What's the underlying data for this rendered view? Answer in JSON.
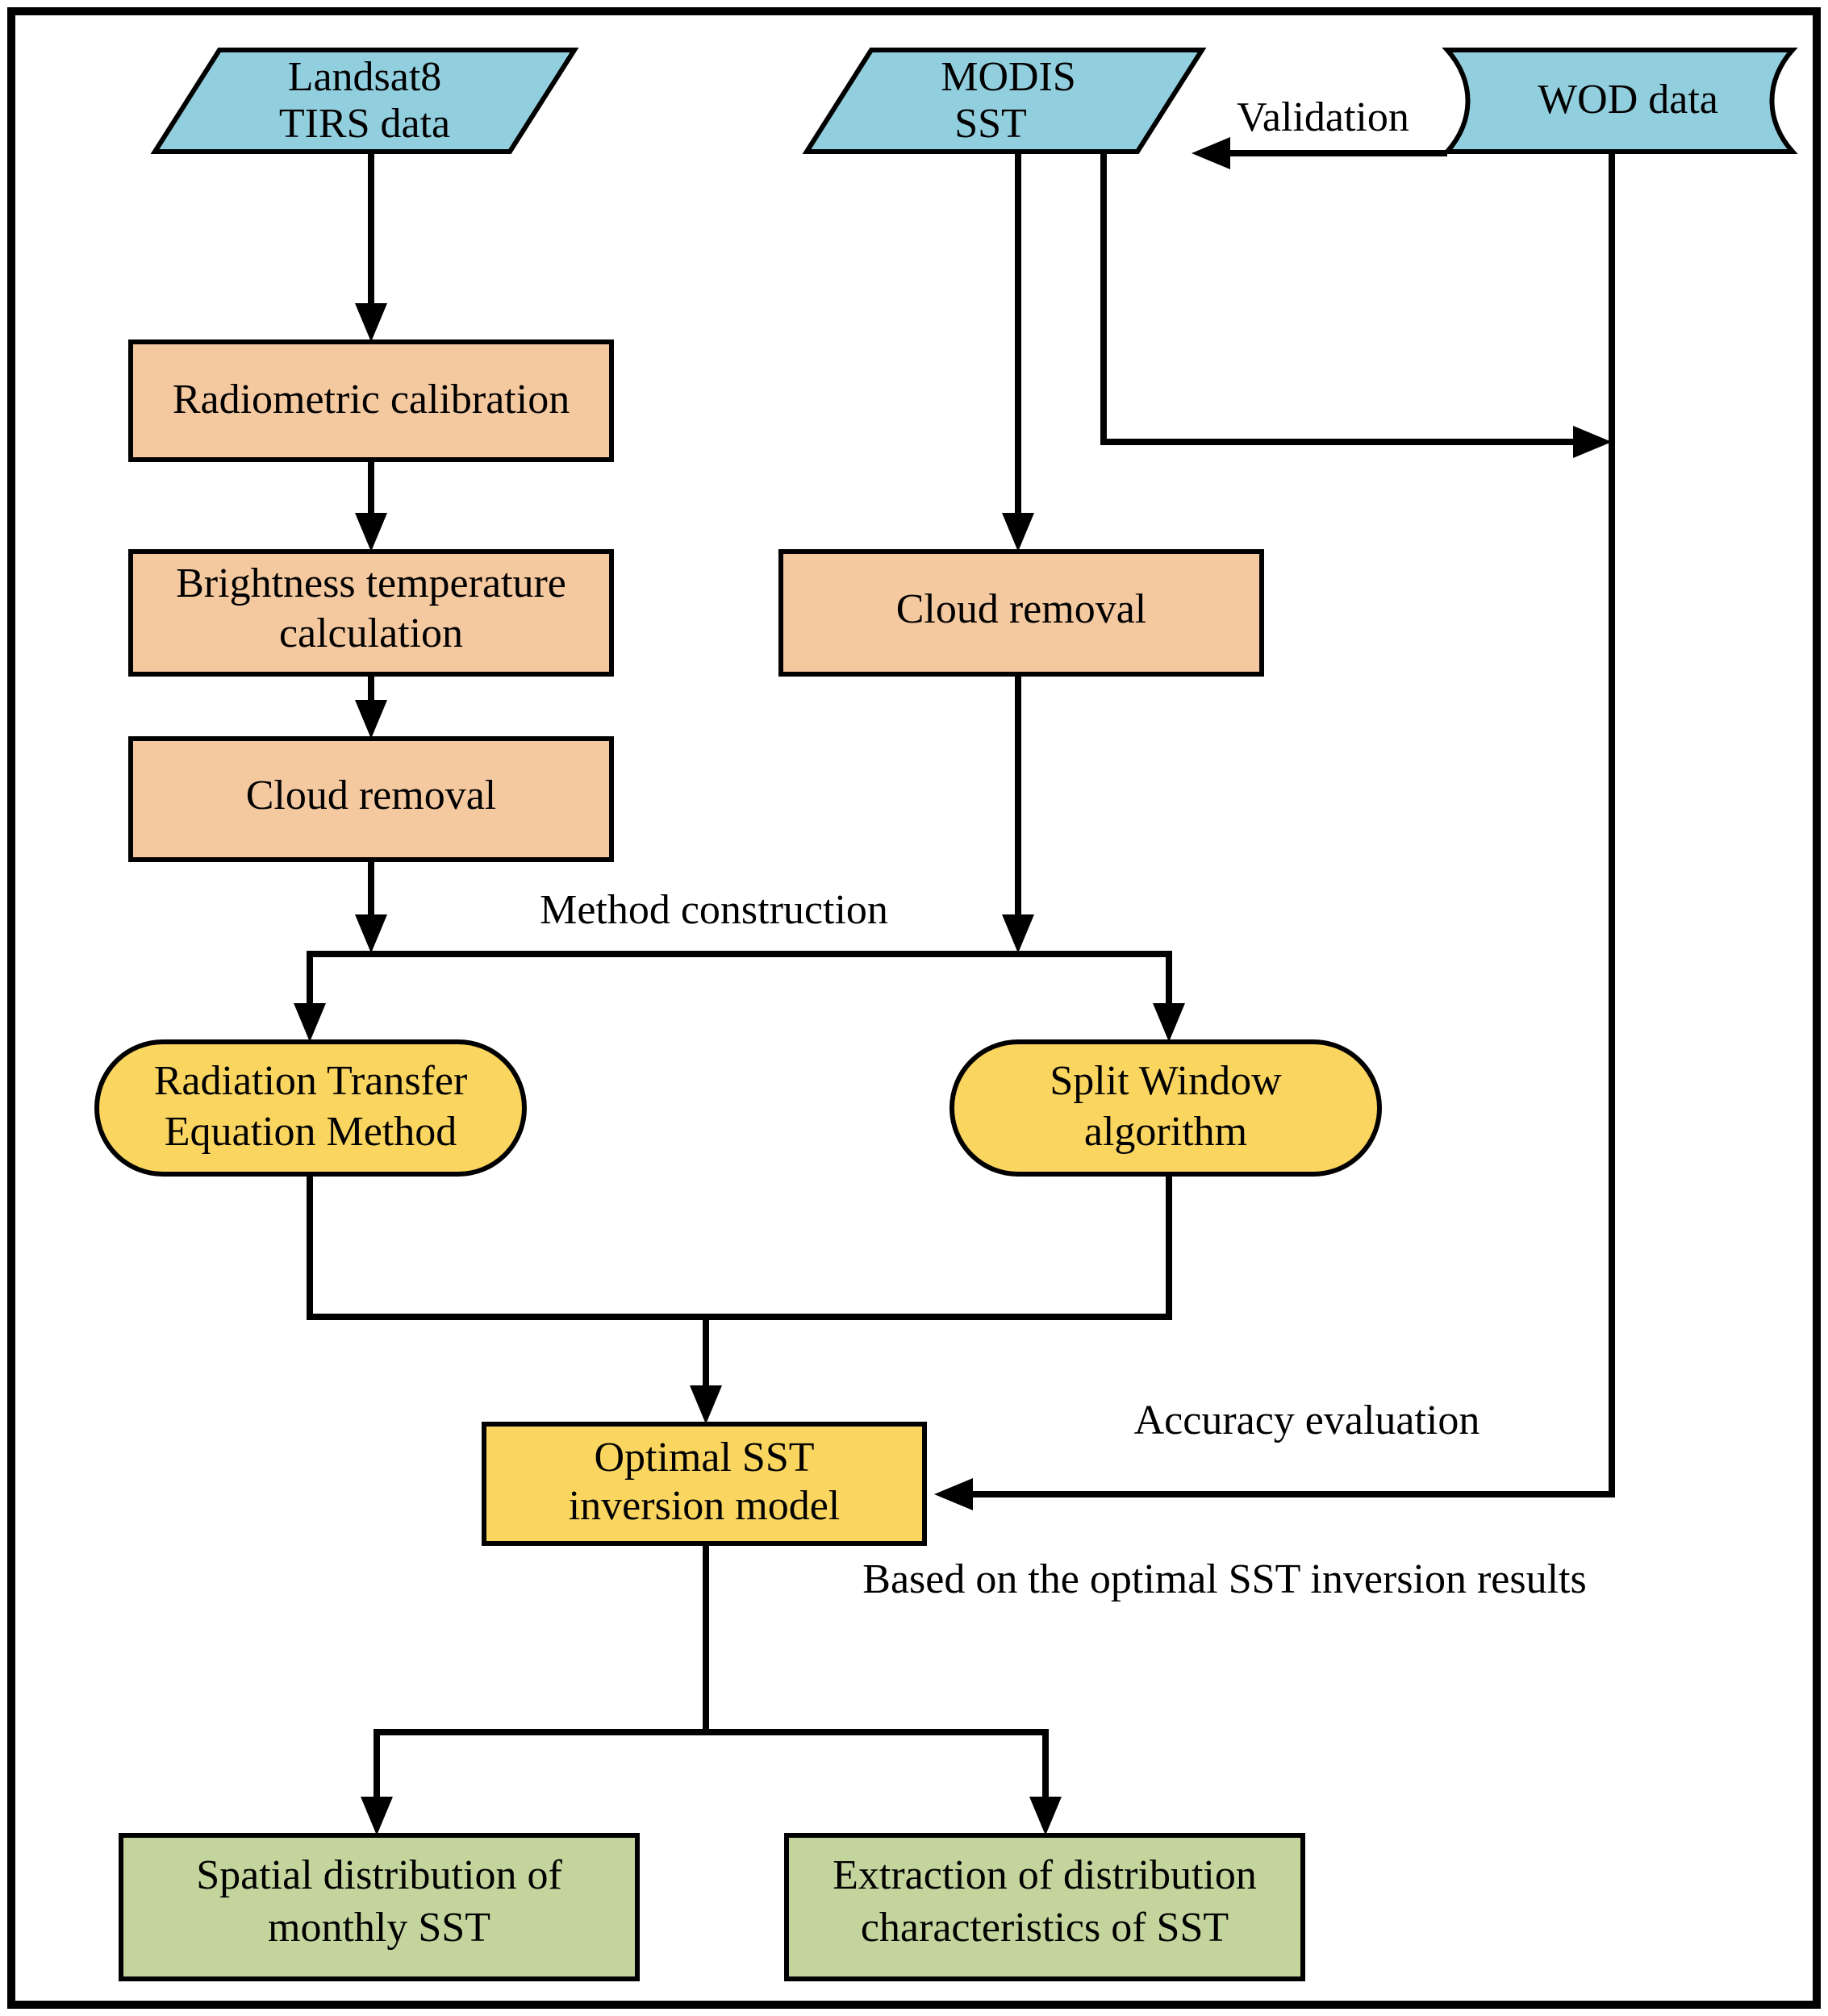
{
  "diagram": {
    "title": "SST inversion methodology flowchart",
    "colors": {
      "data_fill": "#92CFDE",
      "process_fill": "#F5C9A0",
      "method_fill": "#FAD55F",
      "result_fill": "#C4D49D",
      "stroke": "#000000",
      "background": "#FFFFFF"
    },
    "nodes": [
      {
        "id": "landsat",
        "shape": "parallelogram",
        "label": "Landsat8\nTIRS data",
        "line1": "Landsat8",
        "line2": "TIRS data",
        "category": "data"
      },
      {
        "id": "modis",
        "shape": "parallelogram",
        "label": "MODIS\nSST",
        "line1": "MODIS",
        "line2": "SST",
        "category": "data"
      },
      {
        "id": "wod",
        "shape": "curved-tape",
        "label": "WOD data",
        "line1": "WOD data",
        "line2": "",
        "category": "data"
      },
      {
        "id": "radcal",
        "shape": "rectangle",
        "label": "Radiometric calibration",
        "line1": "Radiometric calibration",
        "line2": "",
        "category": "process"
      },
      {
        "id": "brightness",
        "shape": "rectangle",
        "label": "Brightness temperature\ncalculation",
        "line1": "Brightness temperature",
        "line2": "calculation",
        "category": "process"
      },
      {
        "id": "cloud_l8",
        "shape": "rectangle",
        "label": "Cloud removal",
        "line1": "Cloud removal",
        "line2": "",
        "category": "process"
      },
      {
        "id": "cloud_modis",
        "shape": "rectangle",
        "label": "Cloud removal",
        "line1": "Cloud removal",
        "line2": "",
        "category": "process"
      },
      {
        "id": "rte",
        "shape": "rounded",
        "label": "Radiation Transfer\nEquation Method",
        "line1": "Radiation Transfer",
        "line2": "Equation Method",
        "category": "method"
      },
      {
        "id": "swa",
        "shape": "rounded",
        "label": "Split Window\nalgorithm",
        "line1": "Split Window",
        "line2": "algorithm",
        "category": "method"
      },
      {
        "id": "optimal",
        "shape": "rectangle",
        "label": "Optimal SST\ninversion model",
        "line1": "Optimal SST",
        "line2": "inversion model",
        "category": "method"
      },
      {
        "id": "spatial",
        "shape": "rectangle",
        "label": "Spatial distribution of\nmonthly SST",
        "line1": "Spatial distribution of",
        "line2": "monthly SST",
        "category": "result"
      },
      {
        "id": "extraction",
        "shape": "rectangle",
        "label": "Extraction of distribution\ncharacteristics of SST",
        "line1": "Extraction of distribution",
        "line2": "characteristics of SST",
        "category": "result"
      }
    ],
    "edge_labels": [
      {
        "id": "validation",
        "text": "Validation"
      },
      {
        "id": "method_con",
        "text": "Method construction"
      },
      {
        "id": "accuracy",
        "text": "Accuracy evaluation"
      },
      {
        "id": "based_on",
        "text": "Based on the optimal SST inversion results"
      }
    ],
    "edges": [
      {
        "from": "landsat",
        "to": "radcal",
        "label": ""
      },
      {
        "from": "radcal",
        "to": "brightness",
        "label": ""
      },
      {
        "from": "brightness",
        "to": "cloud_l8",
        "label": ""
      },
      {
        "from": "cloud_l8",
        "to": "rte",
        "label": "Method construction"
      },
      {
        "from": "modis",
        "to": "cloud_modis",
        "label": ""
      },
      {
        "from": "cloud_modis",
        "to": "swa",
        "label": ""
      },
      {
        "from": "wod",
        "to": "modis",
        "label": "Validation"
      },
      {
        "from": "modis",
        "to": "wod_line",
        "label": ""
      },
      {
        "from": "rte",
        "to": "optimal",
        "label": ""
      },
      {
        "from": "swa",
        "to": "optimal",
        "label": ""
      },
      {
        "from": "wod",
        "to": "optimal",
        "label": "Accuracy evaluation"
      },
      {
        "from": "optimal",
        "to": "spatial",
        "label": "Based on the optimal SST inversion results"
      },
      {
        "from": "optimal",
        "to": "extraction",
        "label": ""
      }
    ]
  }
}
